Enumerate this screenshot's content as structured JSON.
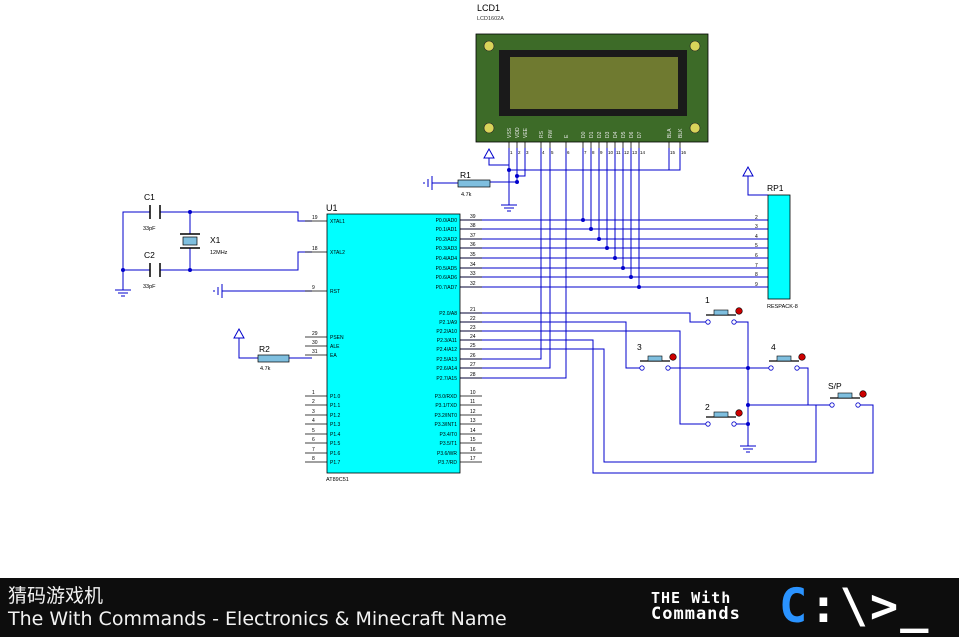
{
  "lcd": {
    "ref": "LCD1",
    "part": "LCD1602A",
    "pins": [
      "VSS",
      "VDD",
      "VEE",
      "RS",
      "RW",
      "E",
      "D0",
      "D1",
      "D2",
      "D3",
      "D4",
      "D5",
      "D6",
      "D7",
      "BLA",
      "BLK"
    ],
    "pin_nums": [
      "1",
      "2",
      "3",
      "4",
      "5",
      "6",
      "7",
      "8",
      "9",
      "10",
      "11",
      "12",
      "13",
      "14",
      "15",
      "16"
    ]
  },
  "r1": {
    "ref": "R1",
    "value": "4.7k"
  },
  "r2": {
    "ref": "R2",
    "value": "4.7k"
  },
  "c1": {
    "ref": "C1",
    "value": "33pF"
  },
  "c2": {
    "ref": "C2",
    "value": "33pF"
  },
  "x1": {
    "ref": "X1",
    "value": "12MHz"
  },
  "rp1": {
    "ref": "RP1",
    "part": "RESPACK-8",
    "pin_nums": [
      "2",
      "3",
      "4",
      "5",
      "6",
      "7",
      "8",
      "9"
    ]
  },
  "mcu": {
    "ref": "U1",
    "part": "AT89C51",
    "left_pins": [
      {
        "num": "19",
        "name": "XTAL1"
      },
      {
        "num": "18",
        "name": "XTAL2"
      },
      {
        "num": "9",
        "name": "RST"
      },
      {
        "num": "29",
        "name": "PSEN"
      },
      {
        "num": "30",
        "name": "ALE"
      },
      {
        "num": "31",
        "name": "EA"
      },
      {
        "num": "1",
        "name": "P1.0"
      },
      {
        "num": "2",
        "name": "P1.1"
      },
      {
        "num": "3",
        "name": "P1.2"
      },
      {
        "num": "4",
        "name": "P1.3"
      },
      {
        "num": "5",
        "name": "P1.4"
      },
      {
        "num": "6",
        "name": "P1.5"
      },
      {
        "num": "7",
        "name": "P1.6"
      },
      {
        "num": "8",
        "name": "P1.7"
      }
    ],
    "right_pins": [
      {
        "num": "39",
        "name": "P0.0/AD0"
      },
      {
        "num": "38",
        "name": "P0.1/AD1"
      },
      {
        "num": "37",
        "name": "P0.2/AD2"
      },
      {
        "num": "36",
        "name": "P0.3/AD3"
      },
      {
        "num": "35",
        "name": "P0.4/AD4"
      },
      {
        "num": "34",
        "name": "P0.5/AD5"
      },
      {
        "num": "33",
        "name": "P0.6/AD6"
      },
      {
        "num": "32",
        "name": "P0.7/AD7"
      },
      {
        "num": "21",
        "name": "P2.0/A8"
      },
      {
        "num": "22",
        "name": "P2.1/A9"
      },
      {
        "num": "23",
        "name": "P2.2/A10"
      },
      {
        "num": "24",
        "name": "P2.3/A11"
      },
      {
        "num": "25",
        "name": "P2.4/A12"
      },
      {
        "num": "26",
        "name": "P2.5/A13"
      },
      {
        "num": "27",
        "name": "P2.6/A14"
      },
      {
        "num": "28",
        "name": "P2.7/A15"
      },
      {
        "num": "10",
        "name": "P3.0/RXD"
      },
      {
        "num": "11",
        "name": "P3.1/TXD"
      },
      {
        "num": "12",
        "name": "P3.2/INT0"
      },
      {
        "num": "13",
        "name": "P3.3/INT1"
      },
      {
        "num": "14",
        "name": "P3.4/T0"
      },
      {
        "num": "15",
        "name": "P3.5/T1"
      },
      {
        "num": "16",
        "name": "P3.6/WR"
      },
      {
        "num": "17",
        "name": "P3.7/RD"
      }
    ]
  },
  "buttons": {
    "b1": "1",
    "b2": "2",
    "b3": "3",
    "b4": "4",
    "bsp": "S/P"
  },
  "footer": {
    "line1": "猜码游戏机",
    "line2": "The With Commands - Electronics & Minecraft Name",
    "brand_top": "THE With",
    "brand_bottom": "Commands",
    "brand_mark_left": "C",
    "brand_mark_mid": ":",
    "brand_mark_right": "\\>_"
  },
  "colors": {
    "wire": "#0000cc",
    "ic_fill": "#00ffff",
    "lcd_frame": "#3d6b28",
    "lcd_screen": "#6f7a30",
    "resistor_fill": "#7fbfdf",
    "button_dot": "#cc0000",
    "footer_bg": "#0d0d0d",
    "brand_accent": "#2a93ff"
  }
}
